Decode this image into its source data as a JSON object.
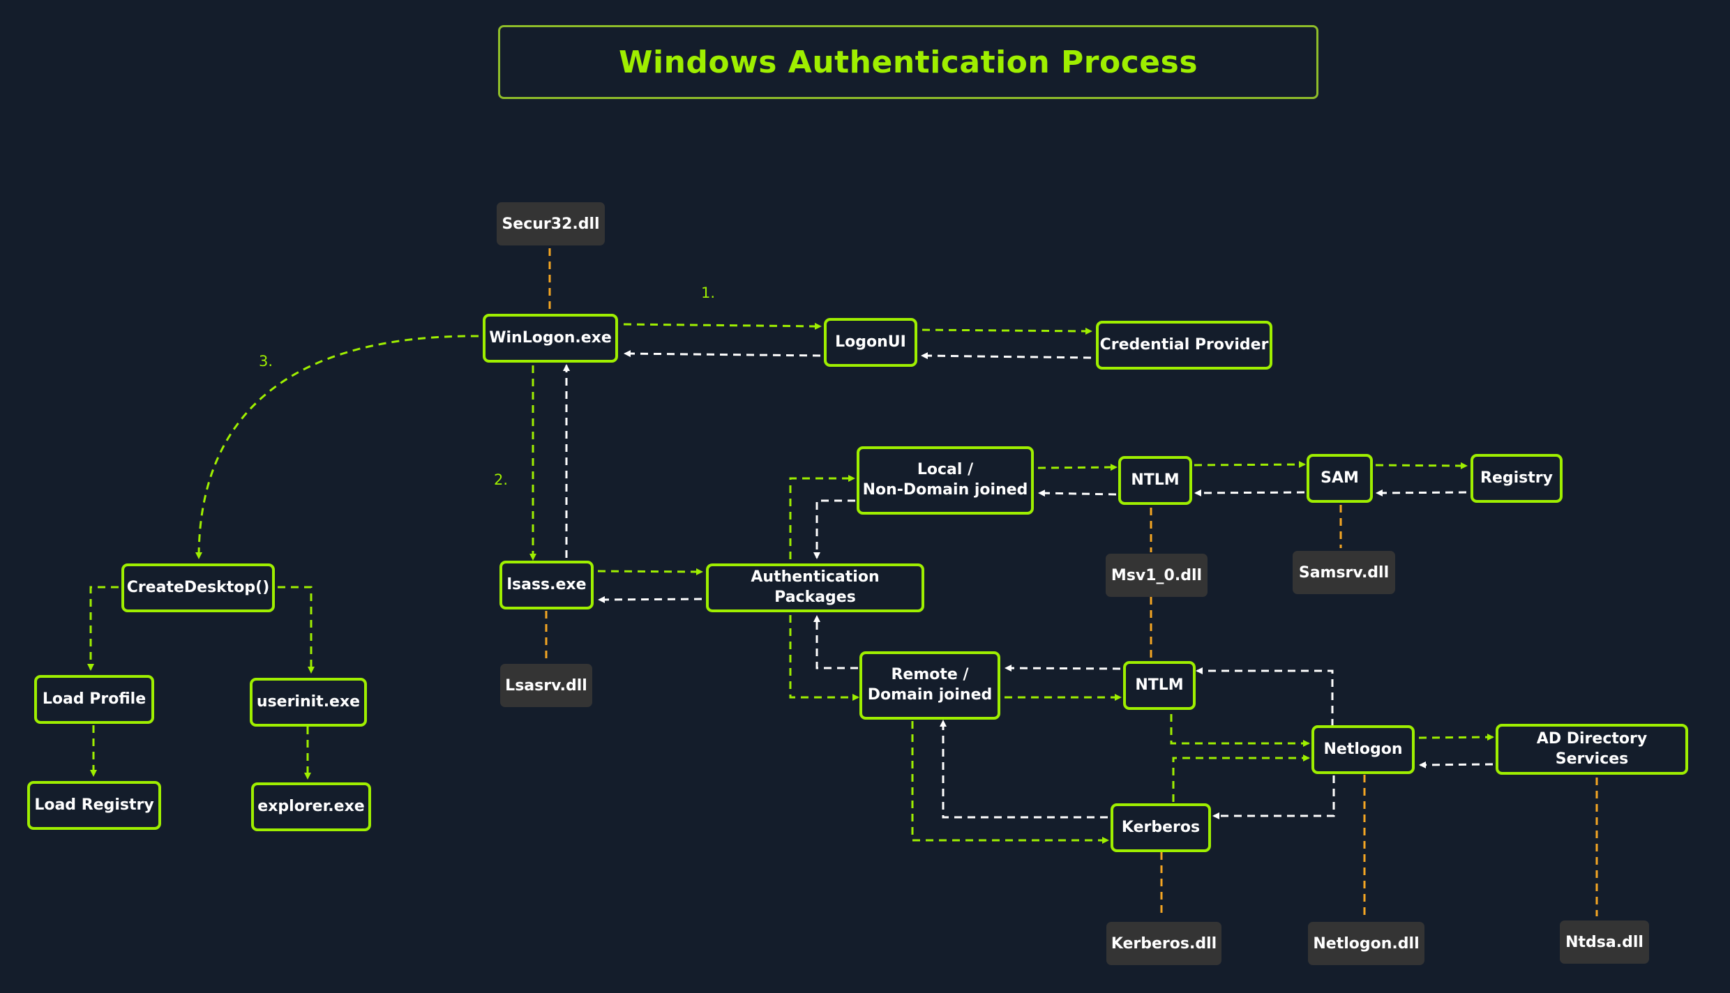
{
  "title": "Windows Authentication Process",
  "steps": [
    "1.",
    "2.",
    "3."
  ],
  "nodes": {
    "winlogon": "WinLogon.exe",
    "logonui": "LogonUI",
    "credential_provider": "Credential Provider",
    "lsass": "lsass.exe",
    "auth_packages": "Authentication Packages",
    "local_joined": "Local /\nNon-Domain joined",
    "remote_joined": "Remote /\nDomain joined",
    "ntlm_local": "NTLM",
    "sam": "SAM",
    "registry": "Registry",
    "ntlm_remote": "NTLM",
    "netlogon": "Netlogon",
    "ad_directory": "AD Directory Services",
    "kerberos": "Kerberos",
    "create_desktop": "CreateDesktop()",
    "load_profile": "Load Profile",
    "userinit": "userinit.exe",
    "load_registry": "Load Registry",
    "explorer": "explorer.exe"
  },
  "dlls": {
    "secur32": "Secur32.dll",
    "lsasrv": "Lsasrv.dll",
    "msv1_0": "Msv1_0.dll",
    "samsrv": "Samsrv.dll",
    "kerberos": "Kerberos.dll",
    "netlogon": "Netlogon.dll",
    "ntdsa": "Ntdsa.dll"
  },
  "colors": {
    "background": "#141d2b",
    "accent": "#9fef00",
    "return_arrow": "#ffffff",
    "dll_link": "#f5a623",
    "dll_fill": "#343434"
  }
}
